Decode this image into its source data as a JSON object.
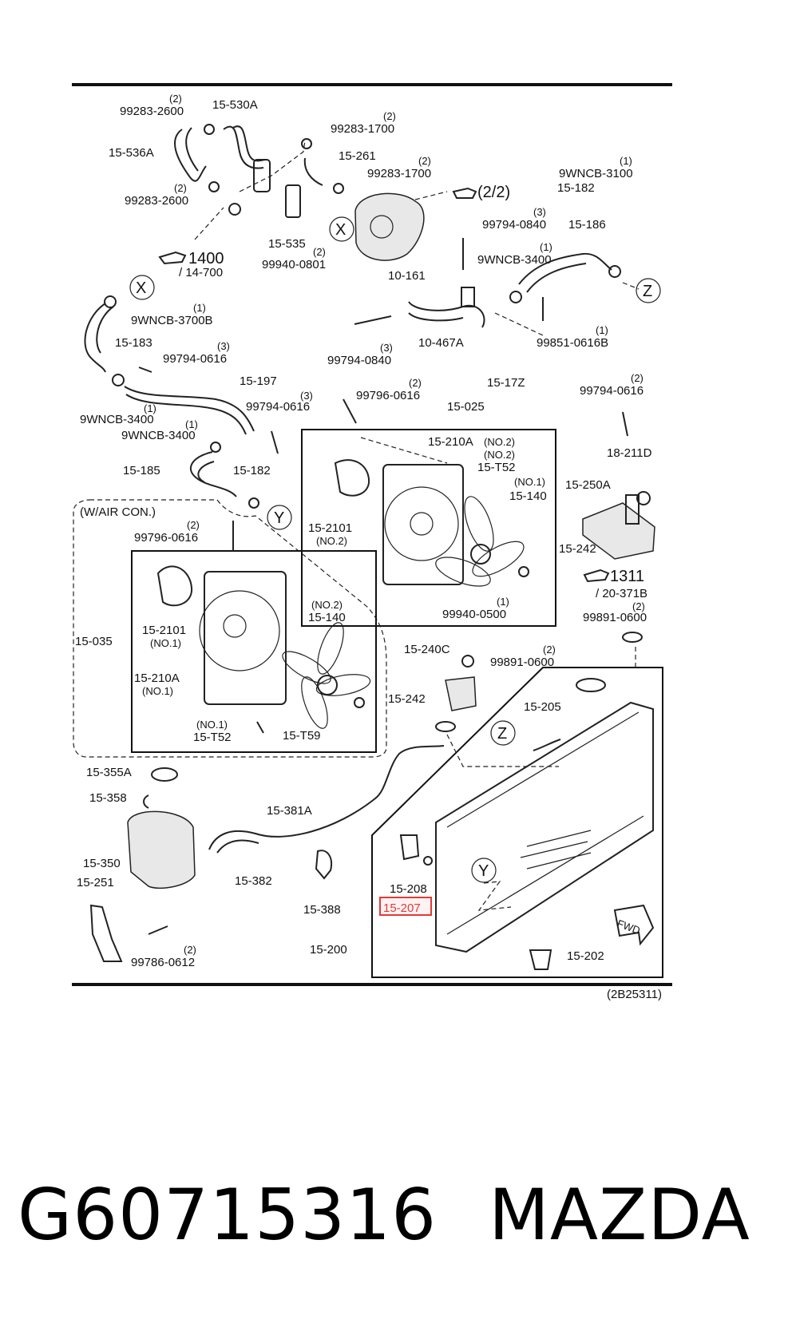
{
  "diagram": {
    "ref_code": "(2B25311)",
    "air_con_note": "(W/AIR CON.)",
    "highlight_color": "#e53935",
    "highlighted_part": "15-207",
    "section_refs": [
      {
        "num": "1400",
        "sub": "/ 14-700"
      },
      {
        "num": "1311",
        "sub": "/ 20-371B"
      },
      {
        "num": "(2/2)",
        "sub": ""
      }
    ],
    "markers": [
      "X",
      "X",
      "Z",
      "Z",
      "Y",
      "Y"
    ],
    "labels": [
      {
        "text": "15-530A"
      },
      {
        "text": "15-536A"
      },
      {
        "text": "99283-2600",
        "qty": "(2)"
      },
      {
        "text": "99283-2600",
        "qty": "(2)"
      },
      {
        "text": "99283-1700",
        "qty": "(2)"
      },
      {
        "text": "15-261"
      },
      {
        "text": "99283-1700",
        "qty": "(2)"
      },
      {
        "text": "15-535",
        "qty": "(2)"
      },
      {
        "text": "99940-0801"
      },
      {
        "text": "99794-0840",
        "qty": "(3)"
      },
      {
        "text": "9WNCB-3100",
        "qty": "(1)"
      },
      {
        "text": "15-182"
      },
      {
        "text": "15-186"
      },
      {
        "text": "9WNCB-3400",
        "qty": "(1)"
      },
      {
        "text": "10-161"
      },
      {
        "text": "9WNCB-3700B",
        "qty": "(1)"
      },
      {
        "text": "15-183"
      },
      {
        "text": "99794-0616",
        "qty": "(3)"
      },
      {
        "text": "10-467A"
      },
      {
        "text": "99851-0616B",
        "qty": "(1)"
      },
      {
        "text": "99794-0840",
        "qty": "(3)"
      },
      {
        "text": "15-17Z"
      },
      {
        "text": "15-197"
      },
      {
        "text": "9WNCB-3400",
        "qty": "(1)"
      },
      {
        "text": "99794-0616",
        "qty": "(3)"
      },
      {
        "text": "99796-0616",
        "qty": "(2)"
      },
      {
        "text": "99794-0616",
        "qty": "(2)"
      },
      {
        "text": "15-025"
      },
      {
        "text": "9WNCB-3400",
        "qty": "(1)"
      },
      {
        "text": "15-210A",
        "qty": "(NO.2)"
      },
      {
        "text": "(NO.2)"
      },
      {
        "text": "15-T52"
      },
      {
        "text": "(NO.1)"
      },
      {
        "text": "15-140"
      },
      {
        "text": "18-211D"
      },
      {
        "text": "15-185"
      },
      {
        "text": "15-182"
      },
      {
        "text": "15-250A"
      },
      {
        "text": "15-2101"
      },
      {
        "text": "(NO.2)"
      },
      {
        "text": "15-242"
      },
      {
        "text": "99796-0616",
        "qty": "(2)"
      },
      {
        "text": "99940-0500",
        "qty": "(1)"
      },
      {
        "text": "99891-0600",
        "qty": "(2)"
      },
      {
        "text": "(NO.2)"
      },
      {
        "text": "15-140"
      },
      {
        "text": "15-2101"
      },
      {
        "text": "(NO.1)"
      },
      {
        "text": "15-035"
      },
      {
        "text": "15-210A"
      },
      {
        "text": "(NO.1)"
      },
      {
        "text": "(NO.1)"
      },
      {
        "text": "15-T52"
      },
      {
        "text": "15-T59"
      },
      {
        "text": "15-240C"
      },
      {
        "text": "99891-0600",
        "qty": "(2)"
      },
      {
        "text": "15-242"
      },
      {
        "text": "15-205"
      },
      {
        "text": "15-355A"
      },
      {
        "text": "15-358"
      },
      {
        "text": "15-381A"
      },
      {
        "text": "15-350"
      },
      {
        "text": "15-382"
      },
      {
        "text": "15-251"
      },
      {
        "text": "15-388"
      },
      {
        "text": "15-208"
      },
      {
        "text": "15-207"
      },
      {
        "text": "99786-0612",
        "qty": "(2)"
      },
      {
        "text": "15-200"
      },
      {
        "text": "15-202"
      },
      {
        "text": "FWD"
      }
    ]
  },
  "footer": {
    "part_number": "G60715316",
    "brand": "MAZDA"
  }
}
